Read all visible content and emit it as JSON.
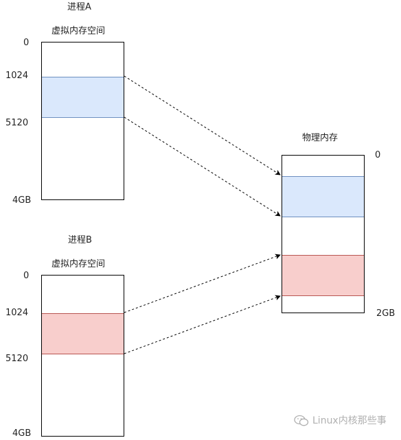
{
  "process_a": {
    "title": "进程A",
    "space_label": "虚拟内存空间",
    "addresses": [
      "0",
      "1024",
      "5120",
      "4GB"
    ]
  },
  "process_b": {
    "title": "进程B",
    "space_label": "虚拟内存空间",
    "addresses": [
      "0",
      "1024",
      "5120",
      "4GB"
    ]
  },
  "physical": {
    "title": "物理内存",
    "addresses": [
      "0",
      "2GB"
    ]
  },
  "colors": {
    "segment_a_fill": "#dae8fc",
    "segment_a_border": "#6c8ebf",
    "segment_b_fill": "#f8cecc",
    "segment_b_border": "#b85450",
    "box_border": "#000000",
    "arrow": "#000000"
  },
  "watermark": {
    "text": "Linux内核那些事",
    "icon": "wechat-icon"
  }
}
